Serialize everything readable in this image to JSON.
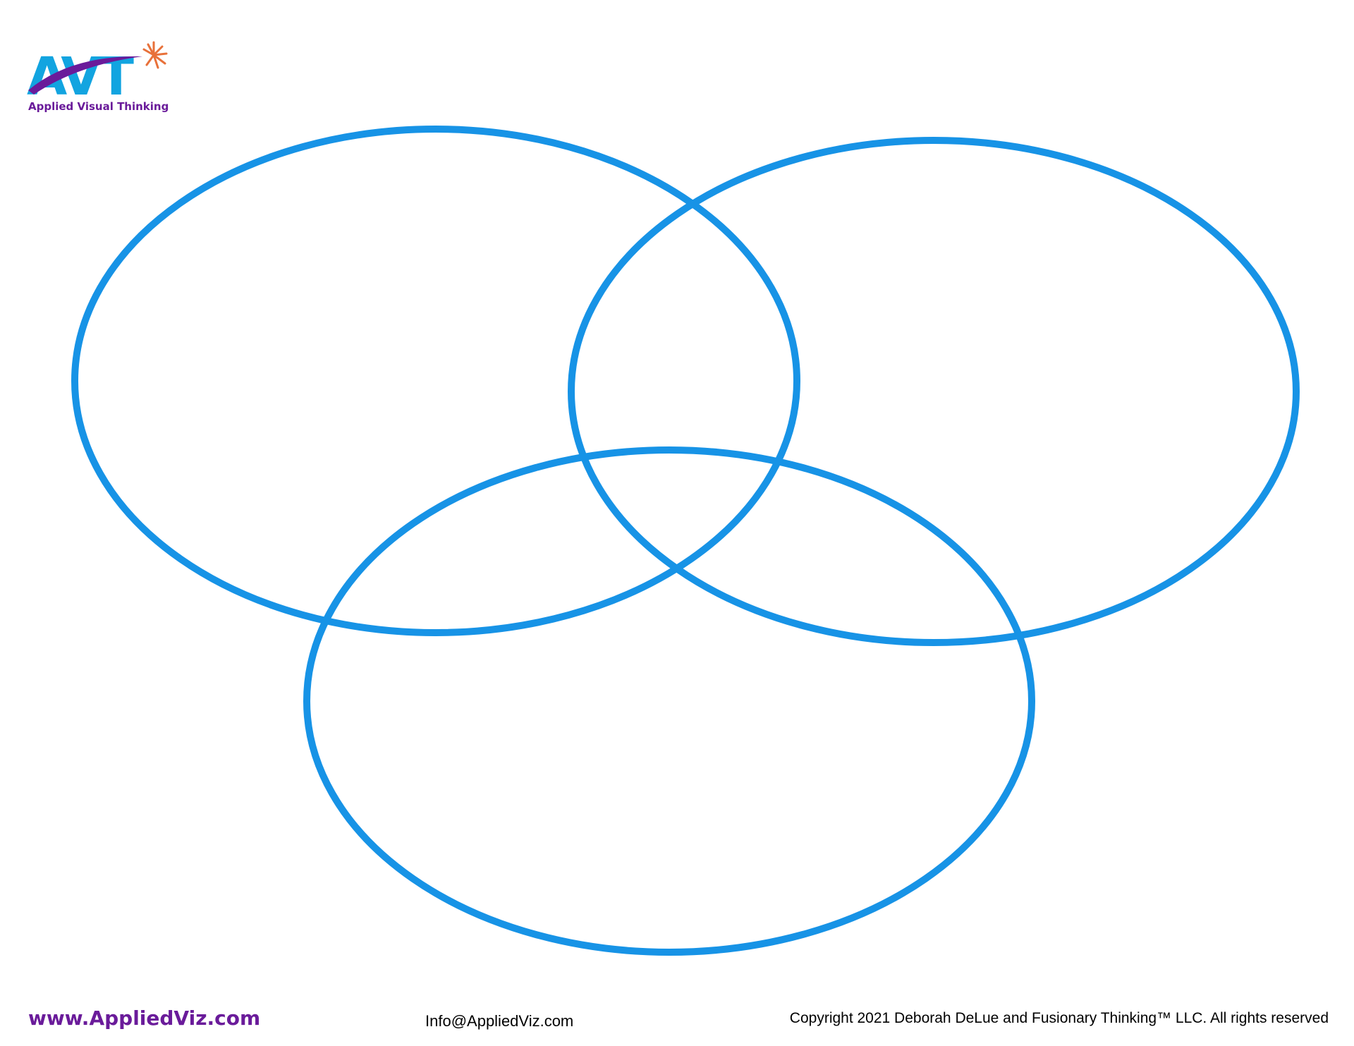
{
  "logo": {
    "letters": "AVT",
    "text": "Applied Visual Thinking",
    "colors": {
      "letters": "#12a4e0",
      "swoosh": "#6a1b9a",
      "spark": "#e8713a",
      "text": "#6a1b9a"
    }
  },
  "diagram": {
    "type": "three-set venn diagram (blank)",
    "circle_color": "#1793e6",
    "circle_count": 3
  },
  "footer": {
    "website": "www.AppliedViz.com",
    "email": "Info@AppliedViz.com",
    "copyright": "Copyright 2021 Deborah DeLue and Fusionary Thinking™ LLC. All rights reserved",
    "website_color": "#6a1b9a"
  }
}
